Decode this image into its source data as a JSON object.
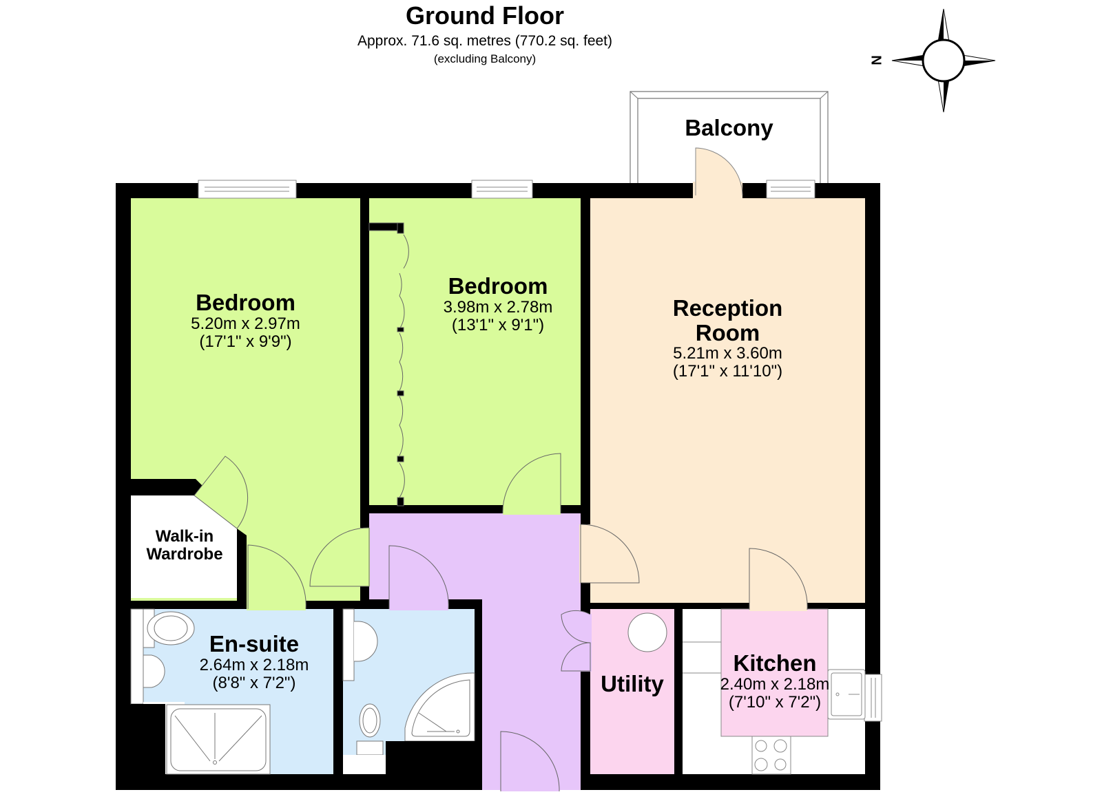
{
  "header": {
    "title": "Ground Floor",
    "area": "Approx. 71.6 sq. metres (770.2 sq. feet)",
    "note": "(excluding Balcony)"
  },
  "compass": {
    "label": "N",
    "icon": "compass-rose-icon"
  },
  "colors": {
    "wall": "#000000",
    "bedroom": "#d9fb9b",
    "reception": "#fdebd2",
    "hallway": "#e7c6fa",
    "bathroom": "#d5ebfb",
    "utility": "#fcd5ee",
    "kitchen": "#fcd5ee",
    "plain": "#ffffff"
  },
  "rooms": {
    "bedroom1": {
      "name": "Bedroom",
      "metric": "5.20m x 2.97m",
      "imperial": "(17'1\" x 9'9\")"
    },
    "bedroom2": {
      "name": "Bedroom",
      "metric": "3.98m x 2.78m",
      "imperial": "(13'1\" x 9'1\")"
    },
    "reception": {
      "name_line1": "Reception",
      "name_line2": "Room",
      "metric": "5.21m x 3.60m",
      "imperial": "(17'1\" x 11'10\")"
    },
    "balcony": {
      "name": "Balcony"
    },
    "wardrobe": {
      "name_line1": "Walk-in",
      "name_line2": "Wardrobe"
    },
    "ensuite": {
      "name": "En-suite",
      "metric": "2.64m x 2.18m",
      "imperial": "(8'8\" x 7'2\")"
    },
    "utility": {
      "name": "Utility"
    },
    "kitchen": {
      "name": "Kitchen",
      "metric": "2.40m x 2.18m",
      "imperial": "(7'10\" x 7'2\")"
    }
  }
}
